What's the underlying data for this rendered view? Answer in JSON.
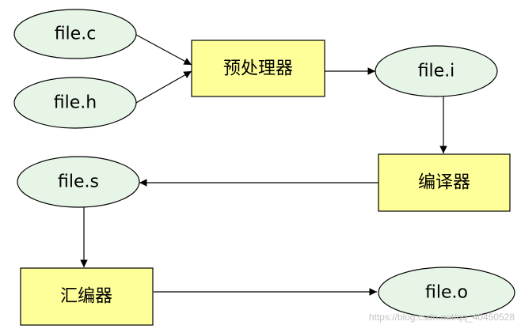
{
  "nodes": {
    "file_c": "file.c",
    "file_h": "file.h",
    "preprocessor": "预处理器",
    "file_i": "file.i",
    "compiler": "编译器",
    "file_s": "file.s",
    "assembler": "汇编器",
    "file_o": "file.o"
  },
  "watermark": "https://blog.csdn.net/qq_40450528",
  "colors": {
    "ellipse_fill": "#E6F5E6",
    "box_fill": "#FFFF99",
    "stroke": "#000000"
  }
}
